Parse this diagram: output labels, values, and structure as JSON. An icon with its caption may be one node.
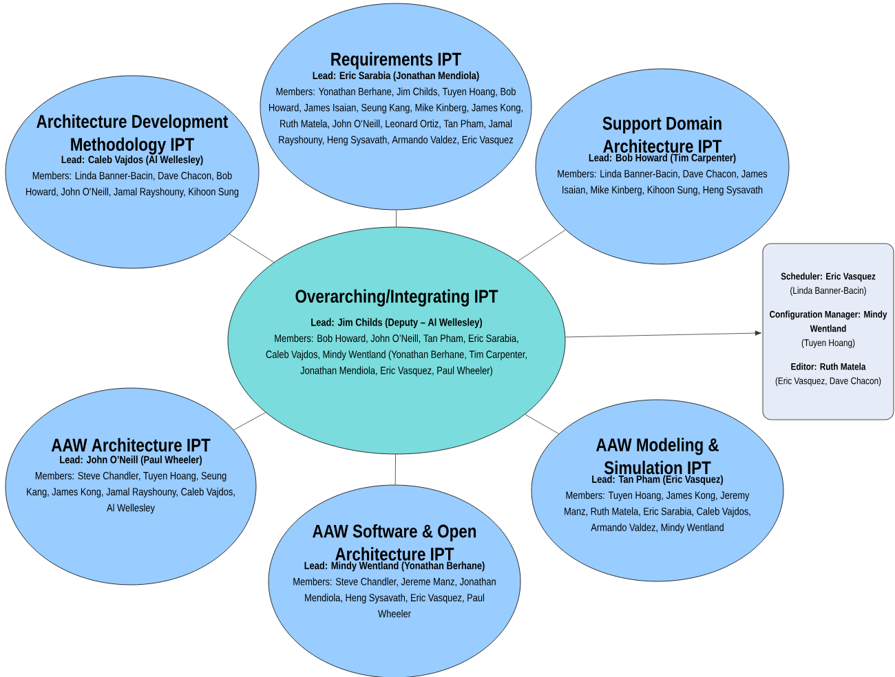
{
  "diagram": {
    "nodes": [
      {
        "text": [
          "Requirements IPT",
          "Lead: Eric Sarabia (Jonathan Mendiola)",
          "Members: Yonathan Berhane, Jim Childs, Tuyen Hoang, Bob Howard, James Isaian, Seung Kang, Mike Kinberg, James Kong, Ruth Matela, John O'Neill, Leonard Ortiz, Tan Pham, Jamal Rayshouny, Heng Sysavath, Armando Valdez, Eric Vasquez"
        ]
      },
      {
        "text": [
          "Architecture Development Methodology IPT",
          "Lead: Caleb Vajdos (Al Wellesley)",
          "Members: Linda Banner-Bacin, Dave Chacon, Bob Howard, John O'Neill, Jamal Rayshouny, Kihoon Sung"
        ]
      },
      {
        "text": [
          "Support Domain Architecture IPT",
          "Lead: Bob Howard (Tim Carpenter)",
          "Members: Linda Banner-Bacin, Dave Chacon, James Isaian, Mike Kinberg, Kihoon Sung, Heng Sysavath"
        ]
      },
      {
        "text": [
          "Overarching/Integrating IPT",
          "Lead: Jim Childs (Deputy – Al Wellesley)",
          "Members: Bob Howard, John O’Neill, Tan Pham, Eric Sarabia, Caleb Vajdos, Mindy Wentland (Yonathan Berhane, Tim Carpenter, Jonathan Mendiola, Eric Vasquez, Paul Wheeler)"
        ]
      },
      {
        "text": [
          "Scheduler: Eric Vasquez",
          "(Linda Banner-Bacin)",
          "Configuration Manager: Mindy Wentland",
          "(Tuyen Hoang)",
          "Editor: Ruth Matela",
          "(Eric Vasquez, Dave Chacon)"
        ]
      },
      {
        "text": [
          "AAW Architecture IPT",
          "Lead: John O’Neill (Paul Wheeler)",
          "Members: Steve Chandler, Tuyen Hoang, Seung Kang, James Kong, Jamal Rayshouny, Caleb Vajdos, Al Wellesley"
        ]
      },
      {
        "text": [
          "AAW Modeling & Simulation IPT",
          "Lead: Tan Pham (Eric Vasquez)",
          "Members: Tuyen Hoang, James Kong, Jeremy Manz, Ruth Matela, Eric Sarabia, Caleb Vajdos, Armando Valdez, Mindy Wentland"
        ]
      },
      {
        "text": [
          "AAW Software & Open Architecture IPT",
          "Lead: Mindy Wentland (Yonathan Berhane)",
          "Members: Steve Chandler, Jereme Manz, Jonathan Mendiola, Heng Sysavath, Eric Vasquez, Paul Wheeler"
        ]
      }
    ],
    "edges": [
      {
        "from": 3,
        "to": 0,
        "arrow": "none"
      },
      {
        "from": 3,
        "to": 1,
        "arrow": "none"
      },
      {
        "from": 3,
        "to": 2,
        "arrow": "none"
      },
      {
        "from": 3,
        "to": 4,
        "arrow": "to"
      },
      {
        "from": 3,
        "to": 5,
        "arrow": "none"
      },
      {
        "from": 3,
        "to": 6,
        "arrow": "none"
      },
      {
        "from": 3,
        "to": 7,
        "arrow": "none"
      }
    ]
  }
}
